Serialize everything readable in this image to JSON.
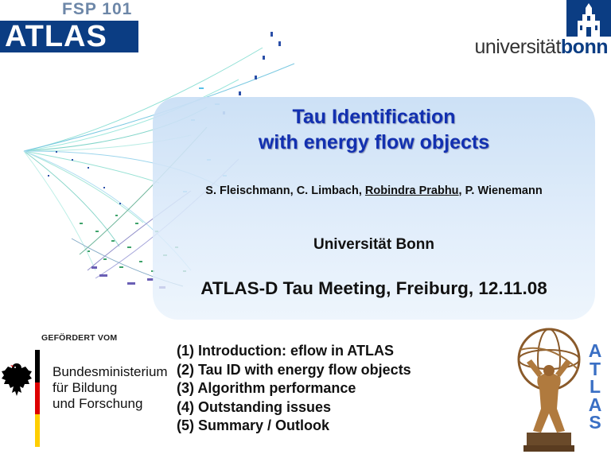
{
  "logos": {
    "atlas_fsp": "FSP 101",
    "atlas_word": "ATLAS",
    "bonn_prefix": "universität",
    "bonn_suffix": "bonn"
  },
  "title": {
    "line1": "Tau Identification",
    "line2": "with energy flow objects"
  },
  "authors": {
    "before": "S. Fleischmann, C. Limbach, ",
    "presenter": "Robindra Prabhu",
    "after": ", P. Wienemann"
  },
  "affiliation": "Universität Bonn",
  "meeting": "ATLAS-D Tau Meeting, Freiburg, 12.11.08",
  "funding": {
    "label": "GEFÖRDERT VOM",
    "line1": "Bundesministerium",
    "line2": "für Bildung",
    "line3": "und Forschung"
  },
  "outline": [
    "(1) Introduction: eflow in ATLAS",
    "(2) Tau ID with energy flow objects",
    "(3) Algorithm performance",
    "(4) Outstanding issues",
    "(5) Summary / Outlook"
  ],
  "atlas_vertical": [
    "A",
    "T",
    "L",
    "A",
    "S"
  ],
  "colors": {
    "title_blue": "#1230b0",
    "atlas_navy": "#0b3d83",
    "panel_blue": "#c8def5",
    "atlas_letter_blue": "#3a6fc4",
    "flag_black": "#000000",
    "flag_red": "#dd0000",
    "flag_gold": "#ffce00"
  },
  "icons": {
    "event_display": "event-display-image",
    "eagle": "federal-eagle-icon",
    "atlas_figure": "atlas-titan-figure",
    "bonn_building": "university-building-icon"
  }
}
